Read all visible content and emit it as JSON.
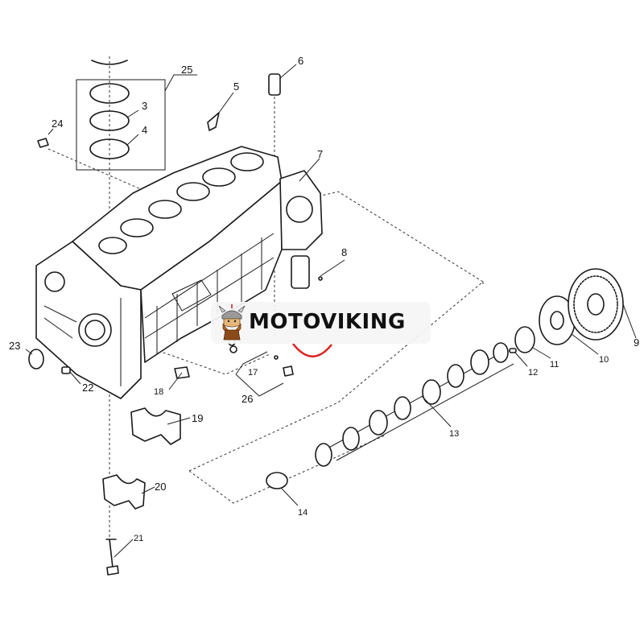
{
  "callouts": {
    "c3": "3",
    "c4": "4",
    "c5": "5",
    "c6": "6",
    "c7": "7",
    "c8": "8",
    "c9": "9",
    "c10": "10",
    "c11": "11",
    "c12": "12",
    "c13": "13",
    "c14": "14",
    "c17": "17",
    "c18": "18",
    "c19": "19",
    "c20": "20",
    "c21": "21",
    "c22": "22",
    "c23": "23",
    "c24": "24",
    "c25": "25",
    "c26": "26"
  },
  "watermark": {
    "text": "MOTOVIKING"
  },
  "icons": {
    "logo": "viking-mascot-icon"
  },
  "colors": {
    "line": "#1a1a1a",
    "accent": "#e02020",
    "watermark_bg": "#f3f3f3"
  }
}
